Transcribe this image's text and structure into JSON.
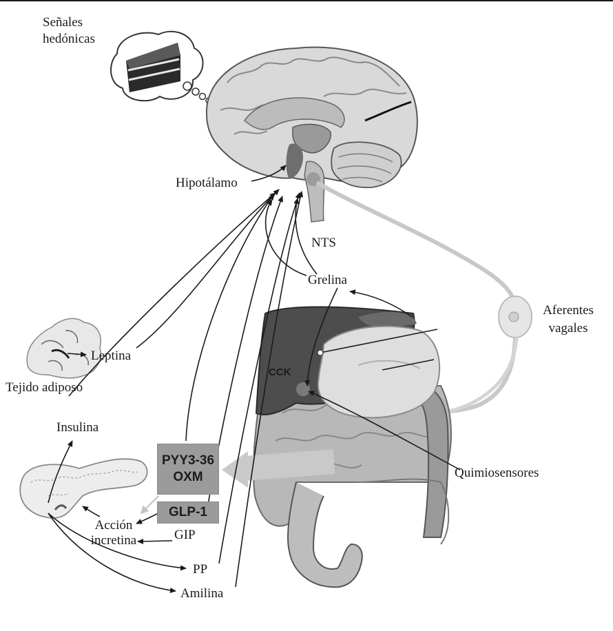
{
  "labels": {
    "hedonic_line1": "Señales",
    "hedonic_line2": "hedónicas",
    "hypothalamus": "Hipotálamo",
    "nts": "NTS",
    "ghrelin": "Grelina",
    "vagal_line1": "Aferentes",
    "vagal_line2": "vagales",
    "leptin": "Leptina",
    "adipose": "Tejido adiposo",
    "cck": "CCK",
    "insulin": "Insulina",
    "chemosensors": "Quimiosensores",
    "incretin_line1": "Acción",
    "incretin_line2": "incretina",
    "gip": "GIP",
    "pp": "PP",
    "amylin": "Amilina"
  },
  "boxes": {
    "pyy_line1": "PYY3-36",
    "pyy_line2": "OXM",
    "glp1": "GLP-1"
  },
  "colors": {
    "ink": "#1a1a1a",
    "box_fill": "#9b9b9b",
    "liver": "#4a4a4a",
    "stomach": "#dcdcdc",
    "intestine": "#b5b5b5",
    "brain": "#d6d6d6",
    "arrow_gray": "#c4c4c4"
  },
  "icons": [
    "brain-illustration",
    "cake-thought-bubble",
    "adipose-tissue",
    "pancreas",
    "liver",
    "stomach",
    "intestines",
    "vagal-ganglion"
  ]
}
